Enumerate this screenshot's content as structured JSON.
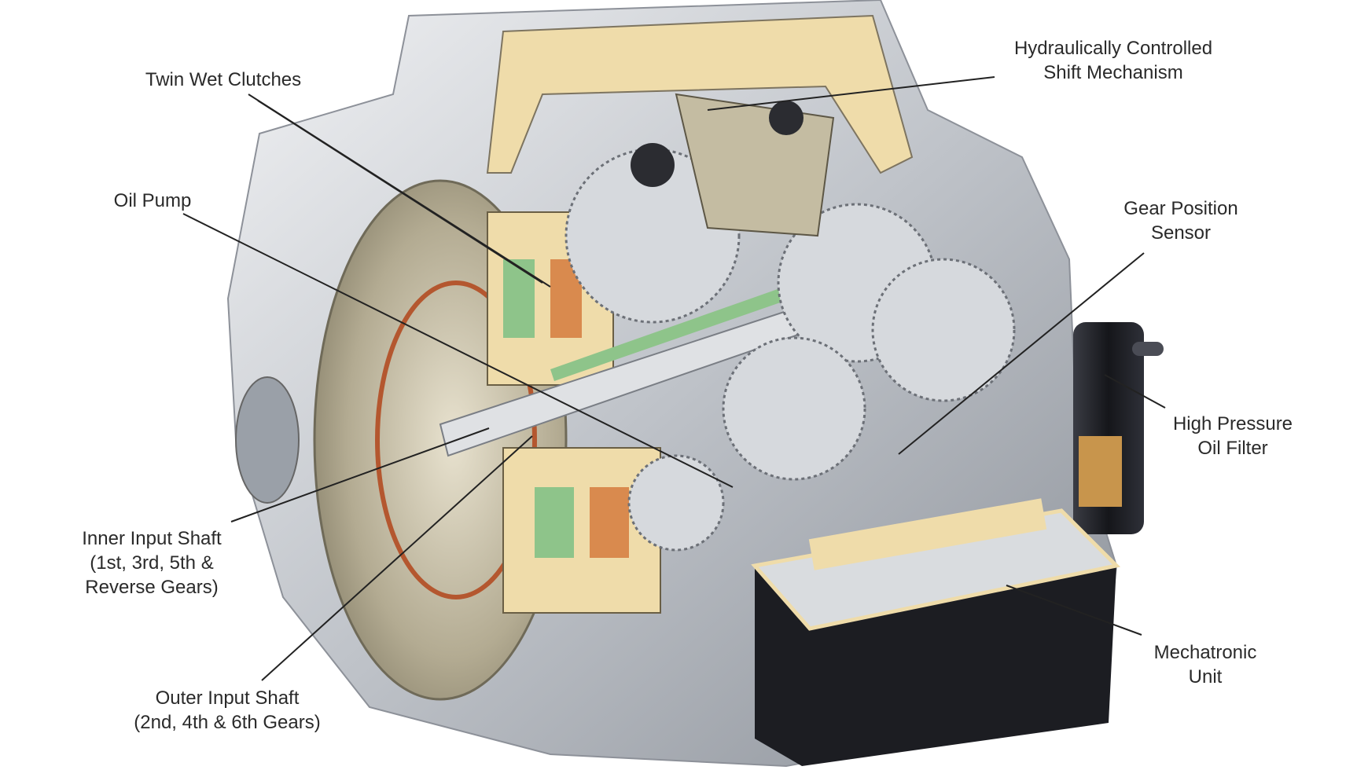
{
  "title": "Dual-clutch transmission cutaway",
  "labels": {
    "twin_wet_clutches": "Twin Wet Clutches",
    "oil_pump": "Oil Pump",
    "hydraulic_line1": "Hydraulically Controlled",
    "hydraulic_line2": "Shift Mechanism",
    "gear_sensor_line1": "Gear Position",
    "gear_sensor_line2": "Sensor",
    "oil_filter_line1": "High Pressure",
    "oil_filter_line2": "Oil Filter",
    "mechatronic_line1": "Mechatronic",
    "mechatronic_line2": "Unit",
    "inner_shaft_line1": "Inner Input Shaft",
    "inner_shaft_line2": "(1st, 3rd, 5th &",
    "inner_shaft_line3": "Reverse Gears)",
    "outer_shaft_line1": "Outer Input Shaft",
    "outer_shaft_line2": "(2nd, 4th & 6th Gears)"
  },
  "colors": {
    "housing": "#c9ccd1",
    "section": "#efdcaa",
    "clutch_green": "#8ec48a",
    "clutch_orange": "#d98a4e",
    "dark": "#1e1f24"
  }
}
